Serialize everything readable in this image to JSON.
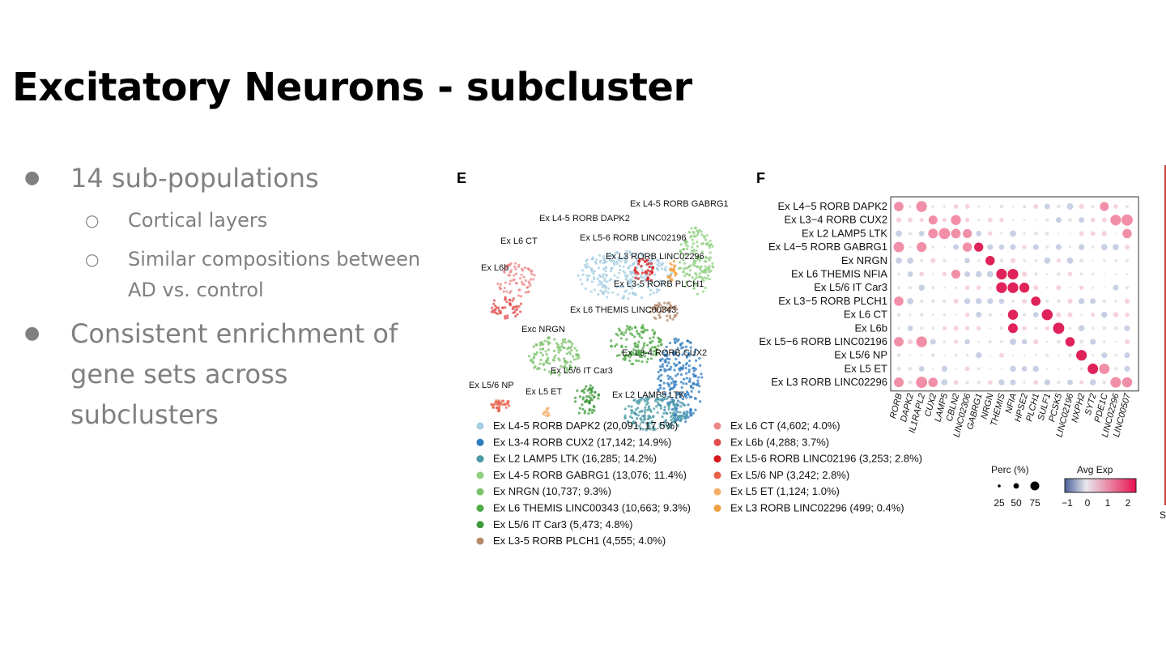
{
  "slide": {
    "title": "Excitatory Neurons - subcluster",
    "bullets": [
      {
        "text": "14 sub-populations",
        "children": [
          "Cortical layers",
          "Similar compositions between AD vs. control"
        ]
      },
      {
        "text": "Consistent enrichment of gene sets across subclusters",
        "children": []
      }
    ]
  },
  "figure": {
    "panel_e": "E",
    "panel_f": "F",
    "umap_clusters": [
      {
        "label": "Ex L4-5 RORB GABRG1",
        "color": "#8fcf80"
      },
      {
        "label": "Ex L4-5 RORB DAPK2",
        "color": "#a6cde3"
      },
      {
        "label": "Ex L6 CT",
        "color": "#ec8888"
      },
      {
        "label": "Ex L5-6 RORB LINC02196",
        "color": "#d7191c"
      },
      {
        "label": "Ex L3 RORB LINC02296",
        "color": "#f4a040"
      },
      {
        "label": "Ex L6b",
        "color": "#e34d4d"
      },
      {
        "label": "Ex L3-5 RORB PLCH1",
        "color": "#b48a6a"
      },
      {
        "label": "Ex L6 THEMIS LINC00343",
        "color": "#4daa44"
      },
      {
        "label": "Exc NRGN",
        "color": "#7cc26c"
      },
      {
        "label": "Ex L3-4 RORB CUX2",
        "color": "#2e7bbd"
      },
      {
        "label": "Ex L5/6 IT Car3",
        "color": "#3f9a3c"
      },
      {
        "label": "Ex L5/6 NP",
        "color": "#e8604a"
      },
      {
        "label": "Ex L5 ET",
        "color": "#f6b06c"
      },
      {
        "label": "Ex L2 LAMP5 LTK",
        "color": "#4a9aa6"
      }
    ],
    "legend_left": [
      {
        "name": "Ex L4-5 RORB DAPK2",
        "stat": "(20,091; 17.5%)",
        "color": "#a6cde3"
      },
      {
        "name": "Ex L3-4 RORB CUX2",
        "stat": "(17,142; 14.9%)",
        "color": "#2e7bbd"
      },
      {
        "name": "Ex L2 LAMP5 LTK",
        "stat": "(16,285; 14.2%)",
        "color": "#4a9aa6"
      },
      {
        "name": "Ex L4-5 RORB GABRG1",
        "stat": "(13,076; 11.4%)",
        "color": "#8fcf80"
      },
      {
        "name": "Ex NRGN",
        "stat": "(10,737; 9.3%)",
        "color": "#7cc26c"
      },
      {
        "name": "Ex L6 THEMIS LINC00343",
        "stat": "(10,663; 9.3%)",
        "color": "#4daa44"
      },
      {
        "name": "Ex L5/6 IT Car3",
        "stat": "(5,473; 4.8%)",
        "color": "#3f9a3c"
      },
      {
        "name": "Ex L3-5 RORB PLCH1",
        "stat": "(4,555; 4.0%)",
        "color": "#b48a6a"
      }
    ],
    "legend_right": [
      {
        "name": "Ex L6 CT",
        "stat": "(4,602; 4.0%)",
        "color": "#ec8888"
      },
      {
        "name": "Ex L6b",
        "stat": "(4,288; 3.7%)",
        "color": "#e34d4d"
      },
      {
        "name": "Ex L5-6 RORB LINC02196",
        "stat": "(3,253; 2.8%)",
        "color": "#d7191c"
      },
      {
        "name": "Ex L5/6 NP",
        "stat": "(3,242; 2.8%)",
        "color": "#e8604a"
      },
      {
        "name": "Ex L5 ET",
        "stat": "(1,124; 1.0%)",
        "color": "#f6b06c"
      },
      {
        "name": "Ex L3 RORB LINC02296",
        "stat": "(499; 0.4%)",
        "color": "#f0a040"
      }
    ],
    "dotplot": {
      "rows": [
        "Ex L4−5 RORB DAPK2",
        "Ex L3−4 RORB CUX2",
        "Ex L2 LAMP5 LTK",
        "Ex L4−5 RORB GABRG1",
        "Ex NRGN",
        "Ex L6 THEMIS NFIA",
        "Ex L5/6 IT Car3",
        "Ex L3−5 RORB PLCH1",
        "Ex L6 CT",
        "Ex L6b",
        "Ex L5−6 RORB LINC02196",
        "Ex L5/6 NP",
        "Ex L5 ET",
        "Ex L3 RORB LINC02296"
      ],
      "genes": [
        "RORB",
        "DAPK2",
        "IL1RAPL2",
        "CUX2",
        "LAMP5",
        "CBLN2",
        "LINC02306",
        "GABRG1",
        "NRGN",
        "THEMIS",
        "NFIA",
        "HPSE2",
        "PLCH1",
        "SULF1",
        "PCSK5",
        "LINC02196",
        "NXPH2",
        "SYT2",
        "PDE1C",
        "LINC02296",
        "LINC00507"
      ],
      "perc_title": "Perc (%)",
      "perc_ticks": [
        "25",
        "50",
        "75"
      ],
      "avg_title": "Avg Exp",
      "avg_ticks": [
        "−1",
        "0",
        "1",
        "2"
      ],
      "edge_letter": "S"
    }
  }
}
